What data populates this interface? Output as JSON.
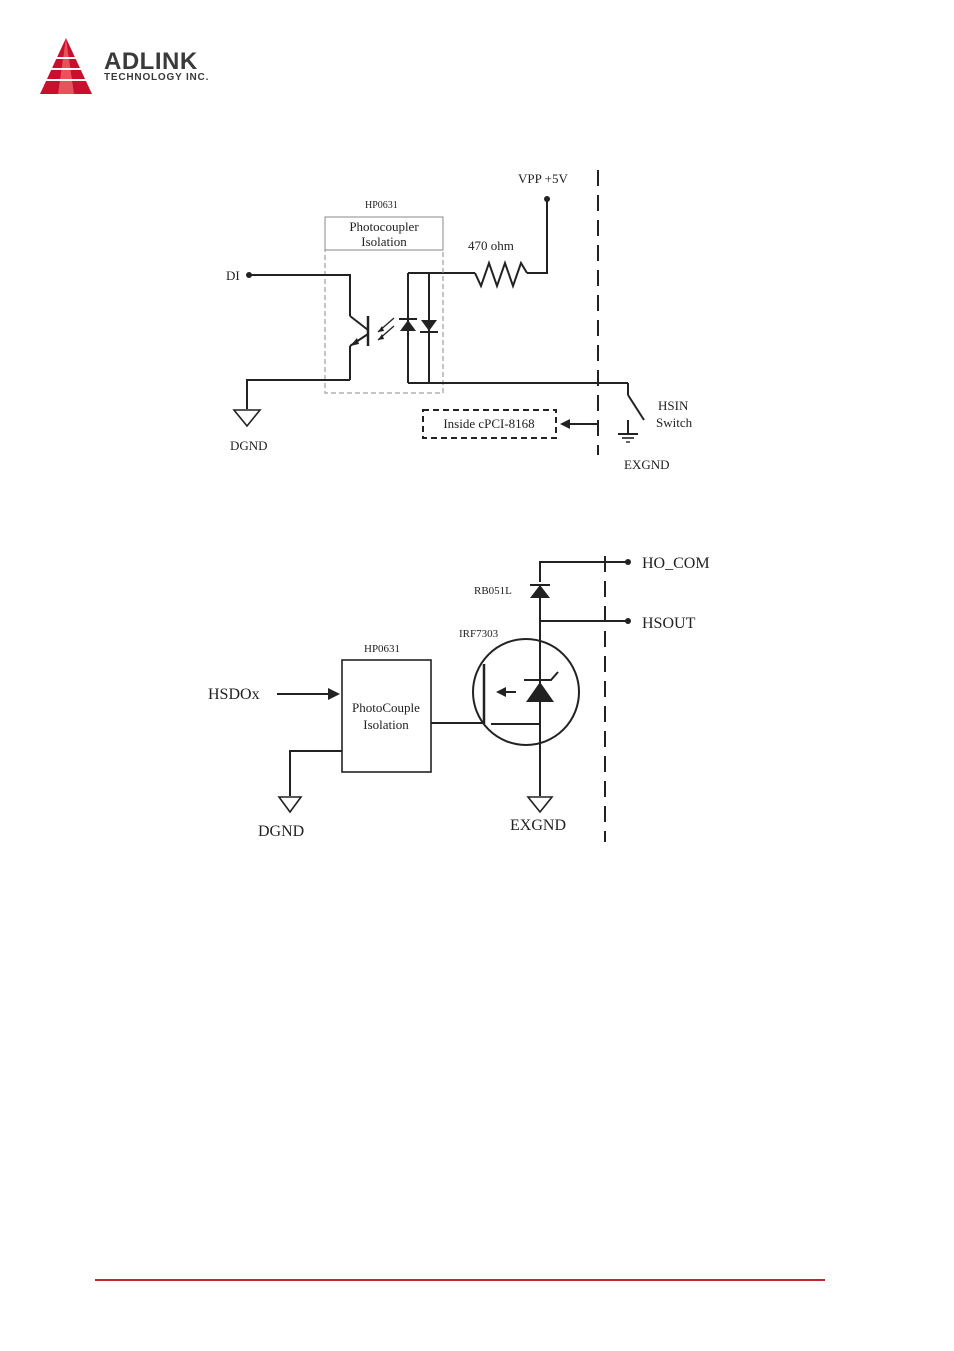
{
  "header": {
    "brand_name": "ADLINK",
    "brand_sub": "TECHNOLOGY INC.",
    "brand_color": "#c8102e"
  },
  "diagram_input": {
    "component": "HP0631",
    "block_label_line1": "Photocoupler",
    "block_label_line2": "Isolation",
    "input_label": "DI",
    "supply_label": "VPP +5V",
    "resistor_label": "470 ohm",
    "ground_left": "DGND",
    "switch_label_line1": "HSIN",
    "switch_label_line2": "Switch",
    "ground_right": "EXGND",
    "inside_label": "Inside cPCI-8168"
  },
  "diagram_output": {
    "diode": "RB051L",
    "mosfet": "IRF7303",
    "component": "HP0631",
    "block_label_line1": "PhotoCouple",
    "block_label_line2": "Isolation",
    "input_label": "HSDOx",
    "ground_left": "DGND",
    "ground_right": "EXGND",
    "com_label": "HO_COM",
    "out_label": "HSOUT"
  },
  "footer": {
    "rule_color": "#c0282d"
  }
}
